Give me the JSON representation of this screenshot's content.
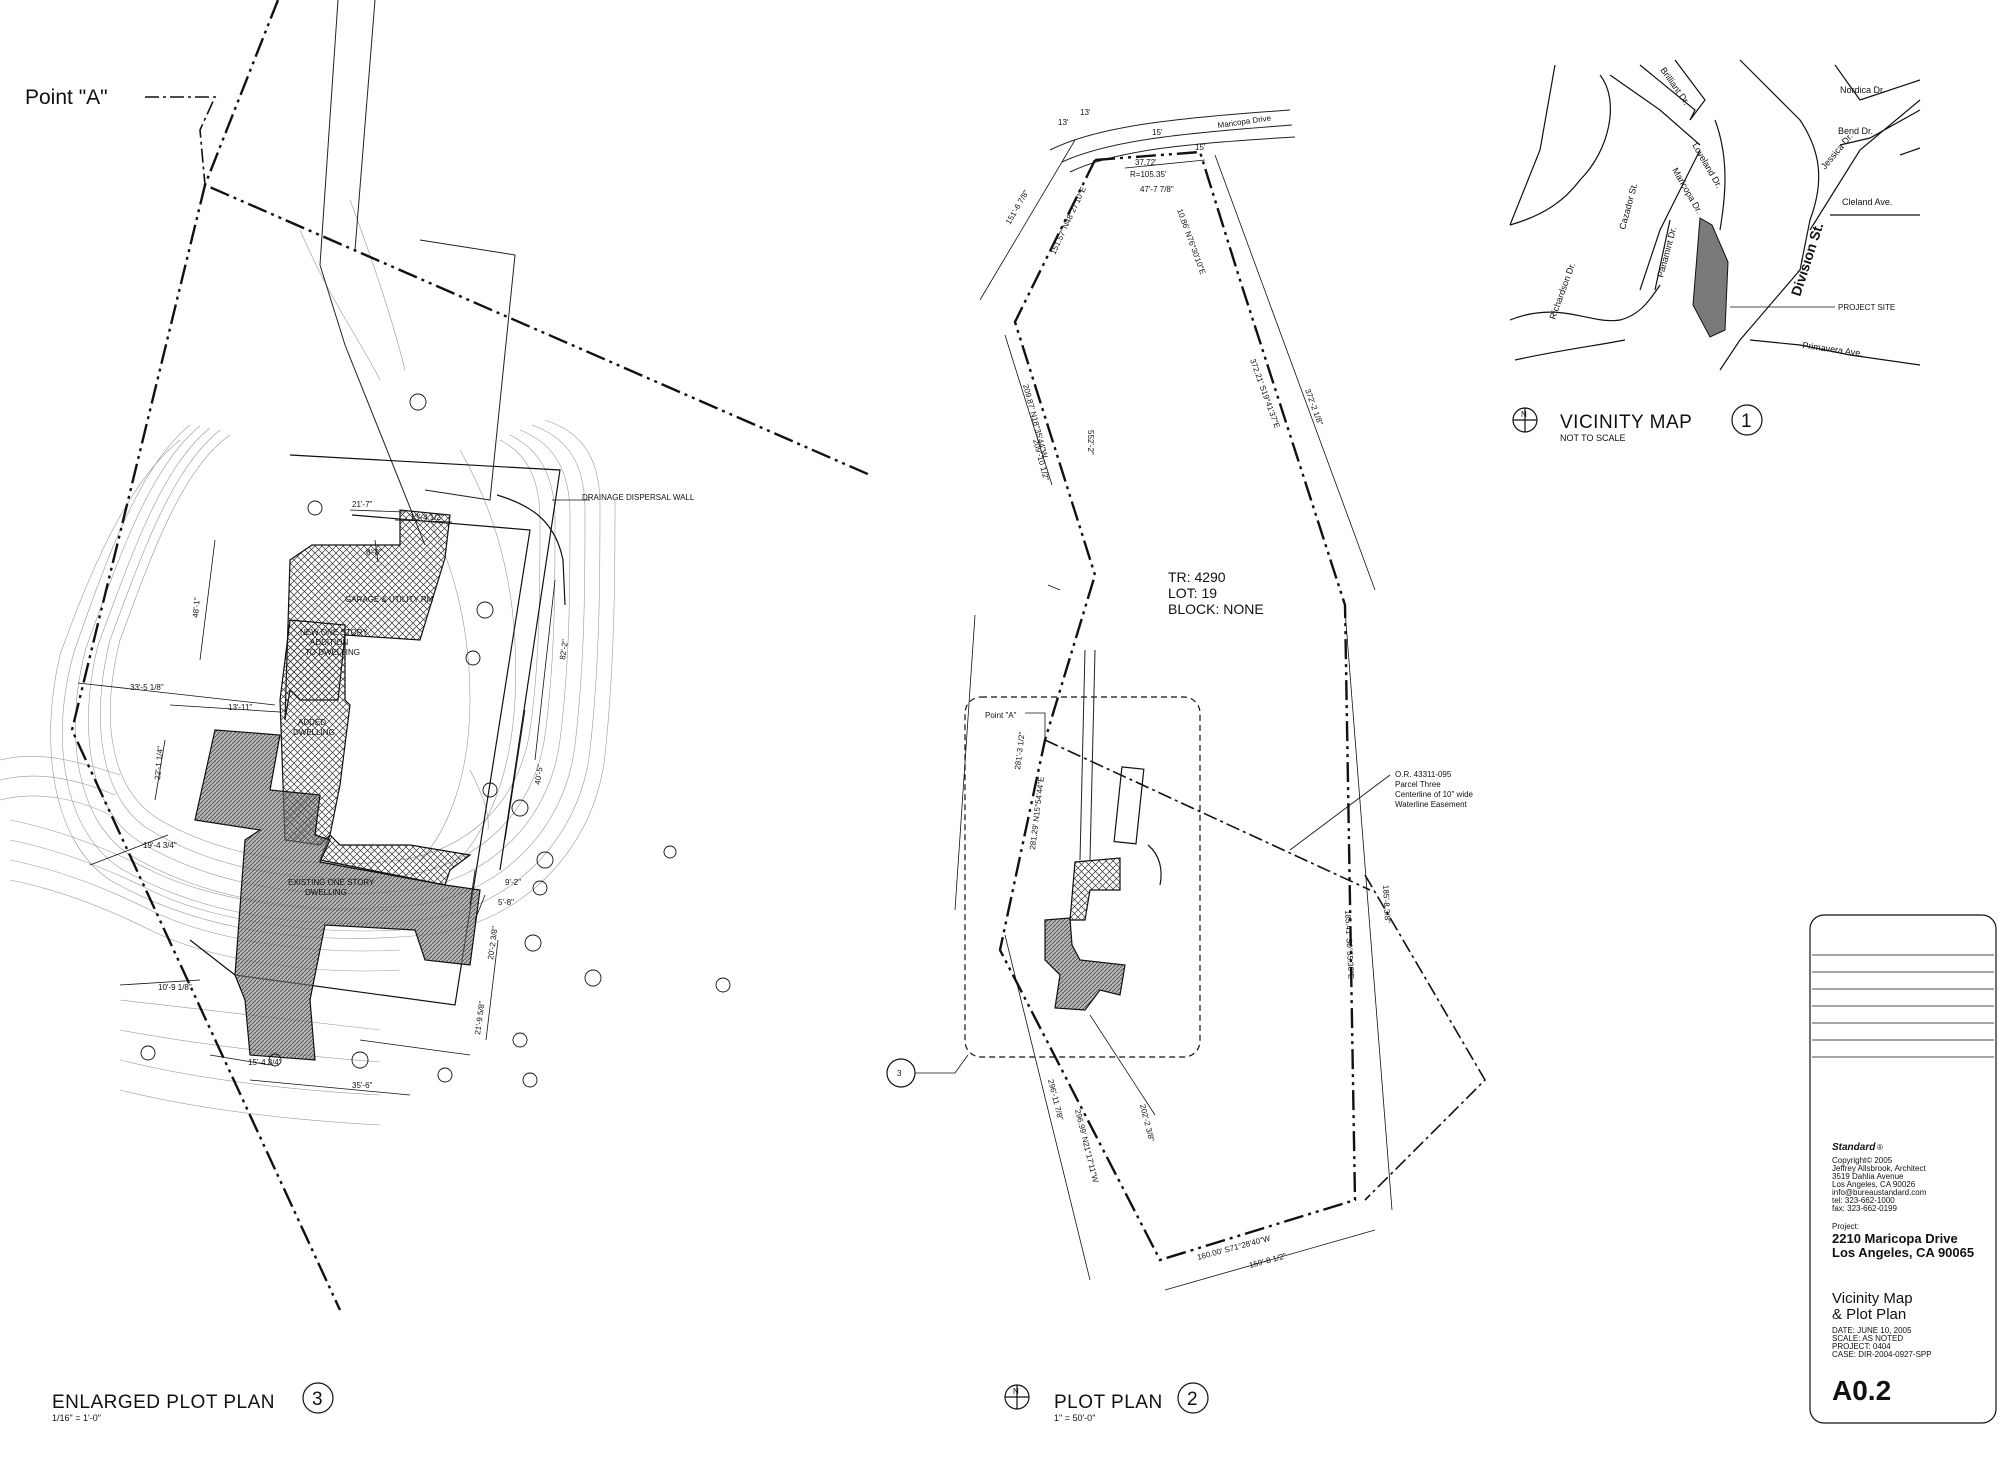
{
  "labels": {
    "point_a": "Point \"A\"",
    "drainage": "DRAINAGE DISPERSAL WALL",
    "garage": "GARAGE & UTILITY RM",
    "new_addition": [
      "NEW ONE STORY",
      "ADDITION",
      "TO DWELLING"
    ],
    "added": [
      "ADDED",
      "DWELLING"
    ],
    "existing": [
      "EXISTING ONE STORY",
      "DWELLING"
    ],
    "lot": [
      "TR: 4290",
      "LOT: 19",
      "BLOCK: NONE"
    ],
    "point_a_small": "Point \"A\"",
    "street": "Maricopa Drive",
    "easement": [
      "O.R. 43311-095",
      "Parcel Three",
      "Centerline of 10\" wide",
      "Waterline Easement"
    ],
    "callout_3": "3",
    "project_site": "PROJECT SITE"
  },
  "dims_enlarged": [
    "21'-7\"",
    "13'-4 1/2\"",
    "8'-8\"",
    "48'-1\"",
    "33'-5 1/8\"",
    "13'-11\"",
    "22'-1 1/4\"",
    "19'-4 3/4\"",
    "82'-2\"",
    "40'-5\"",
    "9'-2\"",
    "5'-8\"",
    "20'-2 3/8\"",
    "21'-9 5/8\"",
    "10'-9 1/8\"",
    "15'-4 3/4\"",
    "35'-6\""
  ],
  "dims_plot": [
    "151'-6 7/8\"",
    "151.57' N48°27'10\"E",
    "37.72'",
    "R=105.35'",
    "47'-7 7/8\"",
    "10.86' N76°30'10\"E",
    "15'",
    "15'",
    "13'",
    "13'",
    "372'-2 1/8\"",
    "372.21' S19°41'37\"E",
    "209.87' N18°35'44\"W",
    "209'-10 1/2\"",
    "552'-2\"",
    "281'-3 1/2\"",
    "281.29' N15°54'44\"E",
    "185'-8 3/8\"",
    "185.41' S0°55.30\"E",
    "296'-11 7/8\"",
    "296.99' N21°17'11\"W",
    "160.00' S71°28'40\"W",
    "159'-8 1/2\"",
    "202'-2 3/8\""
  ],
  "vicinity_streets": [
    "Nordica Dr.",
    "Bend Dr.",
    "Jessica Dr.",
    "Cleland Ave.",
    "Brilliant Dr.",
    "Loveland Dr.",
    "Maricopa Dr.",
    "Cazador St.",
    "Panamint Dr.",
    "Richardson Dr.",
    "Division St.",
    "Primavera Ave."
  ],
  "views": {
    "v1": {
      "title": "VICINITY MAP",
      "number": "1",
      "scale": "NOT TO SCALE"
    },
    "v2": {
      "title": "PLOT PLAN",
      "number": "2",
      "scale": "1\" = 50'-0\""
    },
    "v3": {
      "title": "ENLARGED PLOT PLAN",
      "number": "3",
      "scale": "1/16\" = 1'-0\""
    }
  },
  "north": "N",
  "title_block": {
    "brand": "Standard",
    "brand_mark": "®",
    "firm": [
      "Copyright© 2005",
      "Jeffrey Allsbrook, Architect",
      "3519 Dahlia Avenue",
      "Los Angeles, CA 90026",
      "info@bureaustandard.com",
      "tel:  323-662-1000",
      "fax:  323-662-0199"
    ],
    "project_label": "Project:",
    "project": [
      "2210 Maricopa Drive",
      "Los Angeles, CA 90065"
    ],
    "sheet_title": [
      "Vicinity Map",
      "& Plot Plan"
    ],
    "meta": [
      "DATE:  JUNE 10, 2005",
      "SCALE:  AS NOTED",
      "PROJECT: 0404",
      "CASE: DIR-2004-0927-SPP"
    ],
    "sheet_number": "A0.2"
  }
}
